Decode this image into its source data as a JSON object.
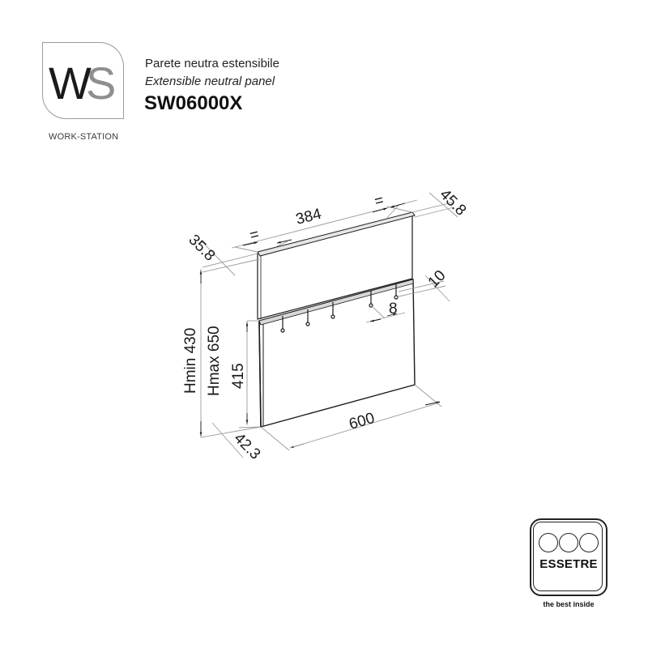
{
  "header": {
    "logo": {
      "letters_dark": "W",
      "letters_light": "S",
      "caption": "WORK-STATION"
    },
    "title_italian": "Parete neutra estensibile",
    "title_english": "Extensible neutral panel",
    "product_code": "SW06000X"
  },
  "drawing": {
    "dimensions": {
      "depth_top_left": "35.8",
      "equal_left": "=",
      "width_rail": "384",
      "equal_right": "=",
      "depth_top_right": "45.8",
      "hook_depth": "10",
      "hook_spacing": "8",
      "hmin": "Hmin 430",
      "hmax": "Hmax 650",
      "lower_height": "415",
      "depth_bottom": "42.3",
      "width_total": "600"
    },
    "hook_count": 5
  },
  "brand": {
    "name": "ESSETRE",
    "tagline": "the best inside"
  },
  "colors": {
    "line": "#1a1a1a",
    "dim_line": "#9a9a9a",
    "logo_grey": "#8f8f8f"
  }
}
